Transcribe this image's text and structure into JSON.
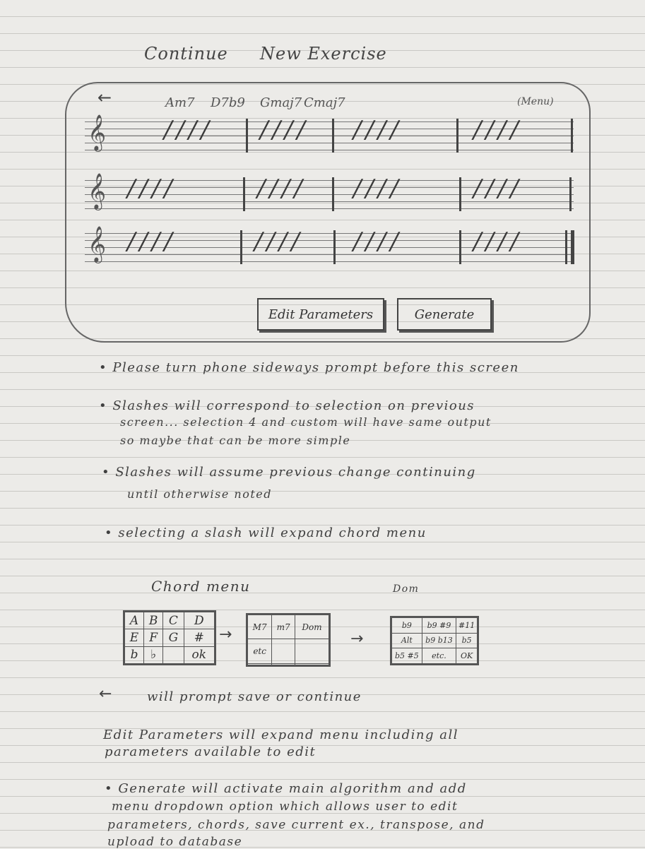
{
  "header": {
    "continue_label": "Continue",
    "new_exercise_label": "New Exercise"
  },
  "phone": {
    "back_icon": "left-arrow",
    "chords": [
      "Am7",
      "D7b9",
      "Gmaj7",
      "Cmaj7"
    ],
    "menu_label": "(Menu)",
    "staff_slashes": "////",
    "edit_parameters_label": "Edit Parameters",
    "generate_label": "Generate"
  },
  "notes": {
    "n1": "• Please turn phone sideways prompt before this screen",
    "n2a": "• Slashes will correspond to selection on previous",
    "n2b": "screen... selection 4 and custom will have same output",
    "n2c": "so maybe that can be more simple",
    "n3a": "• Slashes will assume previous change continuing",
    "n3b": "until otherwise noted",
    "n4": "• selecting a slash will expand chord menu",
    "chord_menu_label": "Chord menu",
    "dom_label": "Dom",
    "arrow_note": "will prompt save or continue",
    "edit_a": "Edit Parameters will expand menu including all",
    "edit_b": "parameters available to edit",
    "gen_a": "• Generate will activate main algorithm and add",
    "gen_b": "menu dropdown option which allows user to edit",
    "gen_c": "parameters, chords, save current ex., transpose, and",
    "gen_d": "upload to database"
  },
  "chord_menu": {
    "roots": [
      [
        "A",
        "B",
        "C",
        "D"
      ],
      [
        "E",
        "F",
        "G",
        "#"
      ],
      [
        "b",
        "♭",
        "",
        "ok"
      ]
    ],
    "qualities": [
      [
        "M7",
        "m7",
        "Dom"
      ],
      [
        "etc",
        "",
        ""
      ],
      [
        "",
        "",
        ""
      ]
    ],
    "alterations": [
      [
        "b9",
        "b9 #9",
        "#11"
      ],
      [
        "Alt",
        "b9 b13",
        "b5"
      ],
      [
        "b5 #5",
        "etc.",
        "OK"
      ]
    ]
  }
}
